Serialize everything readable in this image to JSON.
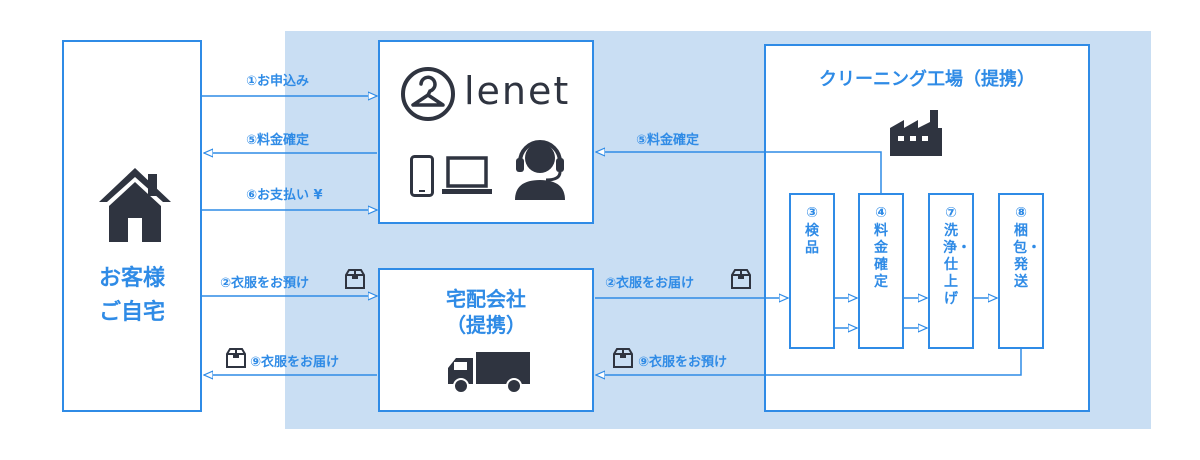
{
  "customer": {
    "line1": "お客様",
    "line2": "ご自宅"
  },
  "service": {
    "logo_text": "lenet"
  },
  "courier": {
    "line1": "宅配会社",
    "line2": "（提携）"
  },
  "factory": {
    "title": "クリーニング工場（提携）"
  },
  "flows": {
    "apply": "①お申込み",
    "price_to_customer": "⑤料金確定",
    "payment": "⑥お支払い ¥",
    "pickup": "②衣服をお預け",
    "return_to_customer": "⑨衣服をお届け",
    "price_from_factory": "⑤料金確定",
    "deliver_to_factory": "②衣服をお届け",
    "return_from_factory": "⑨衣服をお預け"
  },
  "steps": [
    {
      "num": "③",
      "label": "検品"
    },
    {
      "num": "④",
      "label": "料金確定"
    },
    {
      "num": "⑦",
      "label": "洗浄・仕上げ"
    },
    {
      "num": "⑧",
      "label": "梱包・発送"
    }
  ],
  "icons": {
    "house": "house-icon",
    "logo": "hanger-logo-icon",
    "phone": "smartphone-icon",
    "laptop": "laptop-icon",
    "support": "headset-operator-icon",
    "factory": "factory-icon",
    "truck": "truck-icon",
    "package": "package-icon"
  },
  "colors": {
    "accent": "#2f8be6",
    "panel": "#c9def3",
    "dark": "#2f3440"
  }
}
